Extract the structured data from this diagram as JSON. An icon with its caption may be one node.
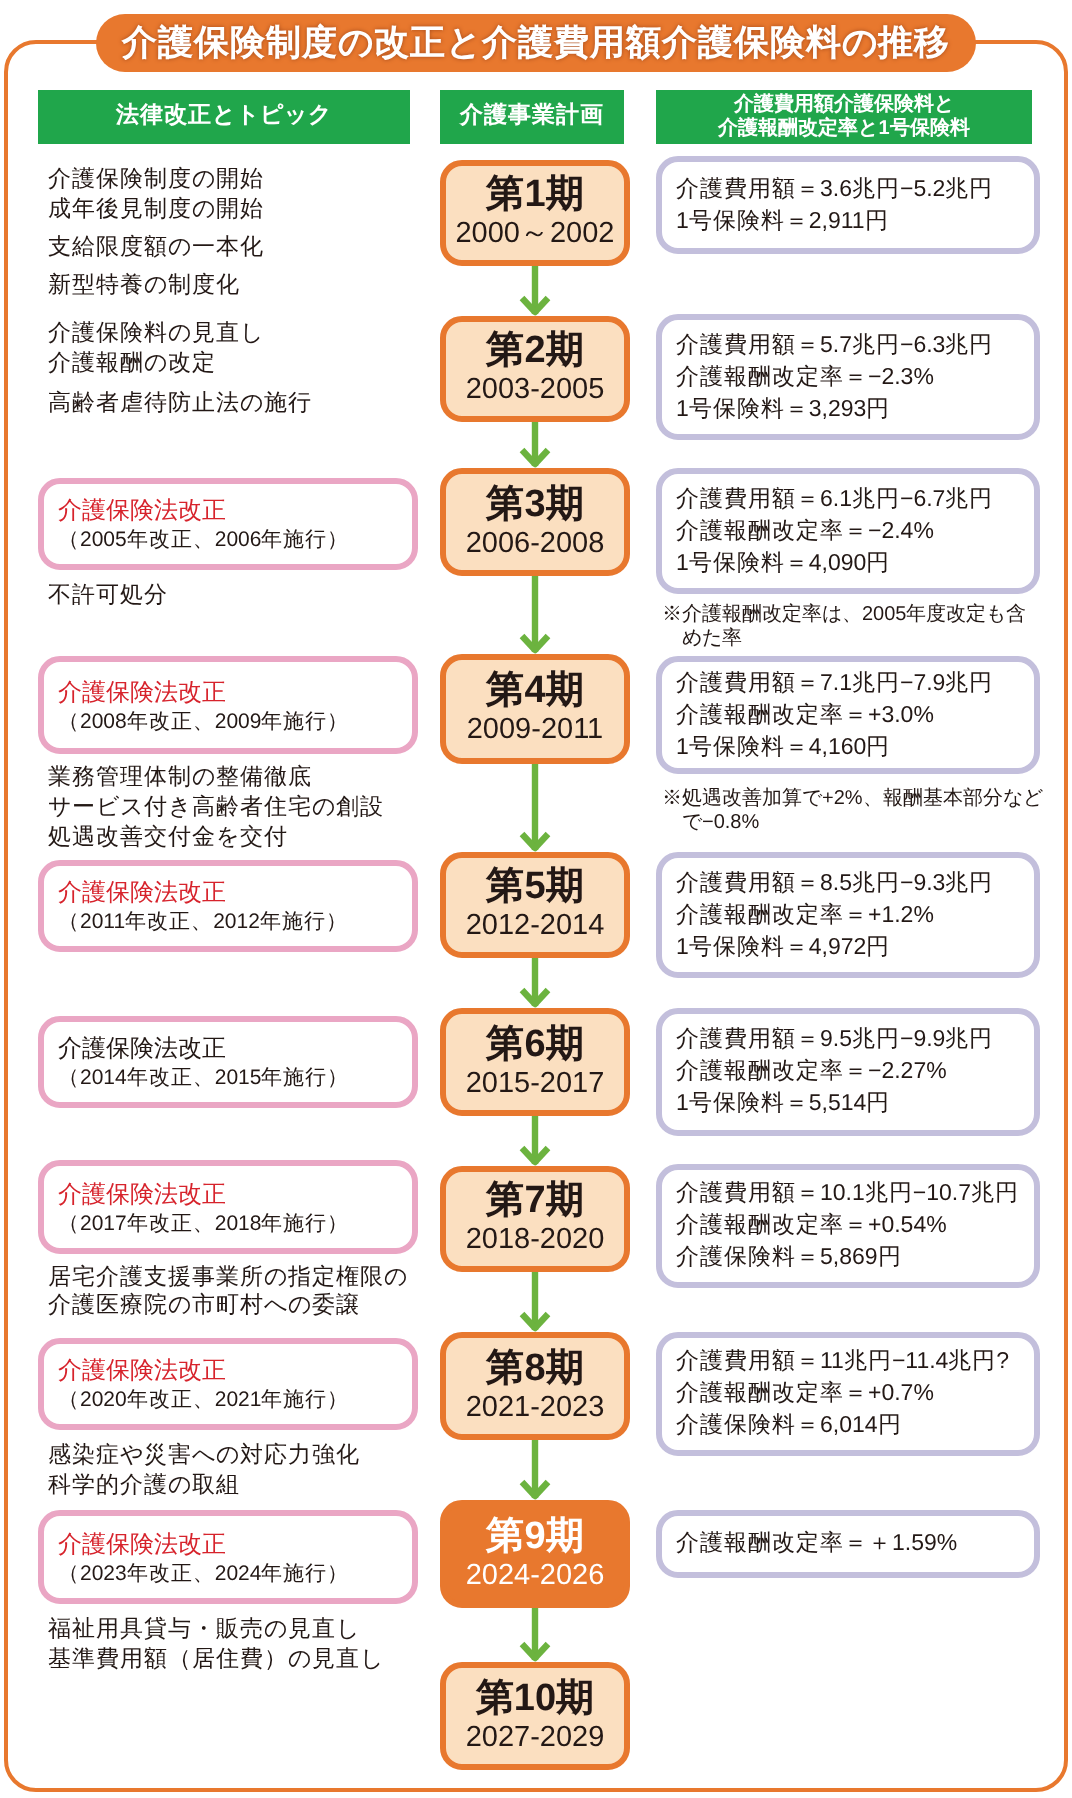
{
  "diagram": {
    "title": "介護保険制度の改正と介護費用額介護保険料の推移",
    "nodes": [
      {
        "text": [
          "法律改正とトピック"
        ]
      },
      {
        "text": [
          "介護事業計画"
        ]
      },
      {
        "text": [
          "介護費用額介護保険料と",
          "介護報酬改定率と1号保険料"
        ]
      },
      {
        "text": [
          "第1期",
          "2000～2002"
        ]
      },
      {
        "text": [
          "介護費用額＝3.6兆円−5.2兆円",
          "1号保険料＝2,911円"
        ]
      },
      {
        "text": [
          "第2期",
          "2003-2005"
        ]
      },
      {
        "text": [
          "介護費用額＝5.7兆円−6.3兆円",
          "介護報酬改定率＝−2.3%",
          "1号保険料＝3,293円"
        ]
      },
      {
        "text": [
          "介護保険法改正",
          "（2005年改正、2006年施行）"
        ]
      },
      {
        "text": [
          "第3期",
          "2006-2008"
        ]
      },
      {
        "text": [
          "介護費用額＝6.1兆円−6.7兆円",
          "介護報酬改定率＝−2.4%",
          "1号保険料＝4,090円"
        ],
        "beside": [
          "※介護報酬改定率は、2005年度改定も含めた率"
        ]
      },
      {
        "text": [
          "介護保険法改正",
          "（2008年改正、2009年施行）"
        ]
      },
      {
        "text": [
          "第4期",
          "2009-2011"
        ]
      },
      {
        "text": [
          "介護費用額＝7.1兆円−7.9兆円",
          "介護報酬改定率＝+3.0%",
          "1号保険料＝4,160円"
        ],
        "beside": [
          "※処遇改善加算で+2%、報酬基本部分などで−0.8%"
        ]
      },
      {
        "text": [
          "介護保険法改正",
          "（2011年改正、2012年施行）"
        ]
      },
      {
        "text": [
          "第5期",
          "2012-2014"
        ]
      },
      {
        "text": [
          "介護費用額＝8.5兆円−9.3兆円",
          "介護報酬改定率＝+1.2%",
          "1号保険料＝4,972円"
        ]
      },
      {
        "text": [
          "介護保険法改正",
          "（2014年改正、2015年施行）"
        ]
      },
      {
        "text": [
          "第6期",
          "2015-2017"
        ]
      },
      {
        "text": [
          "介護費用額＝9.5兆円−9.9兆円",
          "介護報酬改定率＝−2.27%",
          "1号保険料＝5,514円"
        ]
      },
      {
        "text": [
          "介護保険法改正",
          "（2017年改正、2018年施行）"
        ]
      },
      {
        "text": [
          "第7期",
          "2018-2020"
        ]
      },
      {
        "text": [
          "介護費用額＝10.1兆円−10.7兆円",
          "介護報酬改定率＝+0.54%",
          "介護保険料＝5,869円"
        ]
      },
      {
        "text": [
          "介護保険法改正",
          "（2020年改正、2021年施行）"
        ]
      },
      {
        "text": [
          "第8期",
          "2021-2023"
        ]
      },
      {
        "text": [
          "介護費用額＝11兆円−11.4兆円?",
          "介護報酬改定率＝+0.7%",
          "介護保険料＝6,014円"
        ]
      },
      {
        "text": [
          "介護保険法改正",
          "（2023年改正、2024年施行）"
        ]
      },
      {
        "text": [
          "第9期",
          "2024-2026"
        ]
      },
      {
        "text": [
          "介護報酬改定率＝＋1.59%"
        ]
      },
      {
        "text": [
          "第10期",
          "2027-2029"
        ]
      }
    ],
    "edges": [
      {
        "from": 3,
        "to": 5,
        "arrow": "to"
      },
      {
        "from": 5,
        "to": 8,
        "arrow": "to"
      },
      {
        "from": 8,
        "to": 11,
        "arrow": "to"
      },
      {
        "from": 11,
        "to": 14,
        "arrow": "to"
      },
      {
        "from": 14,
        "to": 17,
        "arrow": "to"
      },
      {
        "from": 17,
        "to": 20,
        "arrow": "to"
      },
      {
        "from": 20,
        "to": 23,
        "arrow": "to"
      },
      {
        "from": 23,
        "to": 26,
        "arrow": "to"
      },
      {
        "from": 26,
        "to": 28,
        "arrow": "to"
      }
    ],
    "labels": [
      "介護保険制度の開始",
      "成年後見制度の開始",
      "支給限度額の一本化",
      "新型特養の制度化",
      "介護保険料の見直し",
      "介護報酬の改定",
      "高齢者虐待防止法の施行",
      "不許可処分",
      "業務管理体制の整備徹底",
      "サービス付き高齢者住宅の創設",
      "処遇改善交付金を交付",
      "居宅介護支援事業所の指定権限の介護医療院の市町村への委譲",
      "感染症や災害への対応力強化",
      "科学的介護の取組",
      "福祉用具貸与・販売の見直し",
      "基準費用額（居住費）の見直し"
    ]
  }
}
